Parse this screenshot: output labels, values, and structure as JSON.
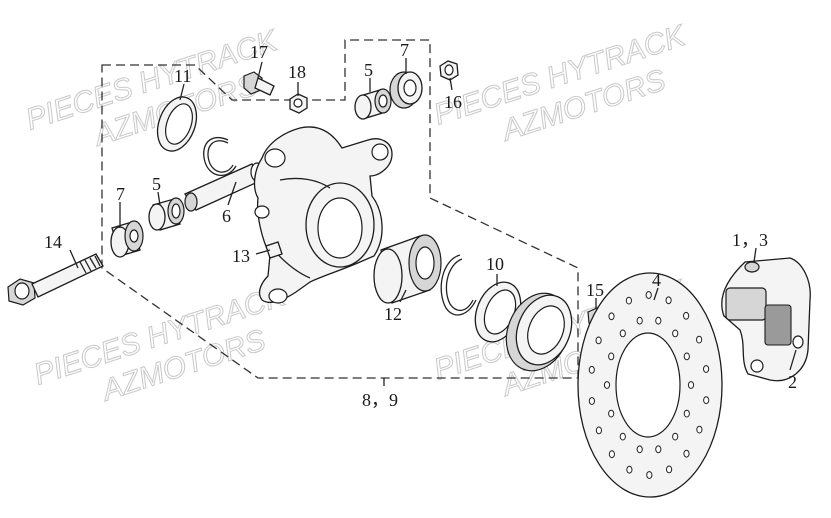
{
  "watermarks": [
    {
      "line1": "PIECES HYTRACK",
      "line2": "AZMOTORS"
    },
    {
      "line1": "PIECES HYTRACK",
      "line2": "AZMOTORS"
    },
    {
      "line1": "PIECES HYTRACK",
      "line2": "AZMOTORS"
    },
    {
      "line1": "PIECES HYTRACK",
      "line2": "AZMOTORS"
    }
  ],
  "callouts": {
    "p17": "17",
    "p18": "18",
    "p11": "11",
    "p5a": "5",
    "p7a": "7",
    "p5b": "5",
    "p7b": "7",
    "p16": "16",
    "p6": "6",
    "p14": "14",
    "p13": "13",
    "p12": "12",
    "p10": "10",
    "p15": "15",
    "p4": "4",
    "p13x": "1，3",
    "p2": "2",
    "p89": "8，9"
  }
}
